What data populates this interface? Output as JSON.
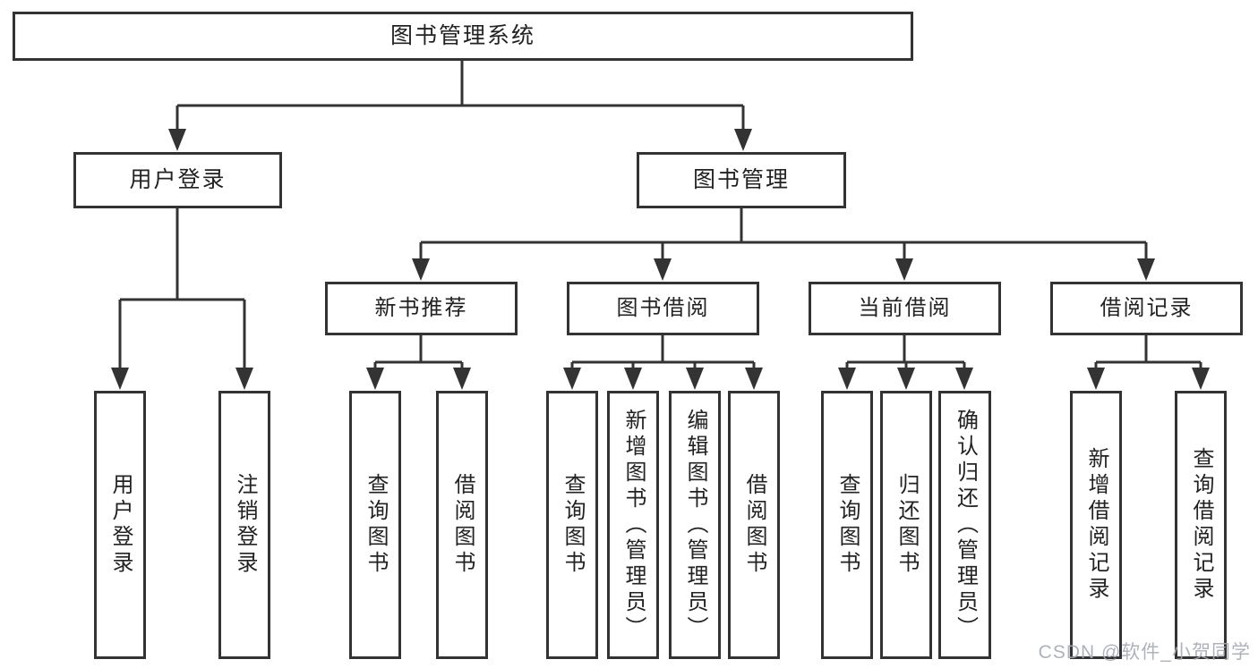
{
  "watermark": "CSDN @软件_小贺同学",
  "tree": {
    "root": "图书管理系统",
    "user_login": {
      "label": "用户登录",
      "children": [
        "用户登录",
        "注销登录"
      ]
    },
    "book_management": {
      "label": "图书管理",
      "groups": [
        {
          "label": "新书推荐",
          "children": [
            "查询图书",
            "借阅图书"
          ]
        },
        {
          "label": "图书借阅",
          "children": [
            "查询图书",
            "新增图书（管理员）",
            "编辑图书（管理员）",
            "借阅图书"
          ]
        },
        {
          "label": "当前借阅",
          "children": [
            "查询图书",
            "归还图书",
            "确认归还（管理员）"
          ]
        },
        {
          "label": "借阅记录",
          "children": [
            "新增借阅记录",
            "查询借阅记录"
          ]
        }
      ]
    }
  },
  "colors": {
    "line": "#333333",
    "text": "#222222",
    "watermark": "#a4aab4",
    "background": "#ffffff"
  }
}
